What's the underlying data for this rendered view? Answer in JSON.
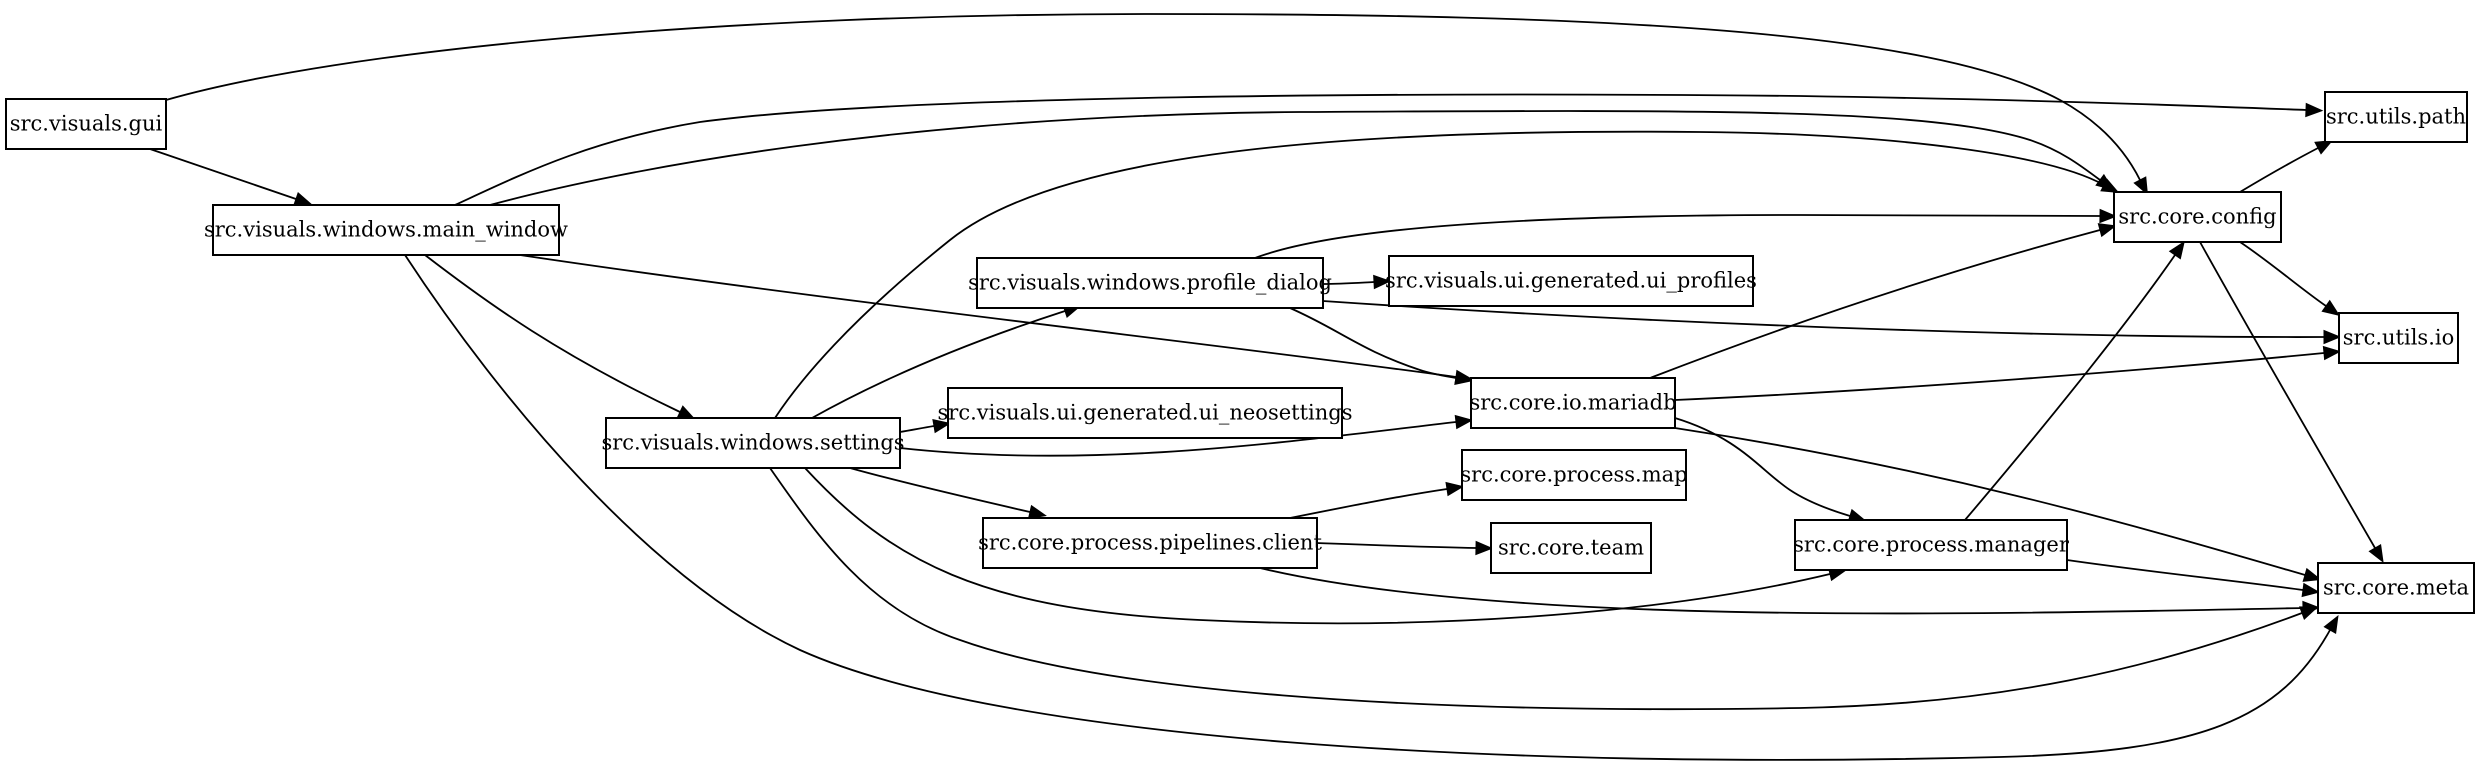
{
  "diagram": {
    "type": "directed-dependency-graph",
    "nodes": [
      {
        "id": "gui",
        "label": "src.visuals.gui"
      },
      {
        "id": "main_window",
        "label": "src.visuals.windows.main_window"
      },
      {
        "id": "profile_dialog",
        "label": "src.visuals.windows.profile_dialog"
      },
      {
        "id": "ui_profiles",
        "label": "src.visuals.ui.generated.ui_profiles"
      },
      {
        "id": "settings",
        "label": "src.visuals.windows.settings"
      },
      {
        "id": "ui_neosettings",
        "label": "src.visuals.ui.generated.ui_neosettings"
      },
      {
        "id": "mariadb",
        "label": "src.core.io.mariadb"
      },
      {
        "id": "process_map",
        "label": "src.core.process.map"
      },
      {
        "id": "pipelines_client",
        "label": "src.core.process.pipelines.client"
      },
      {
        "id": "team",
        "label": "src.core.team"
      },
      {
        "id": "process_manager",
        "label": "src.core.process.manager"
      },
      {
        "id": "config",
        "label": "src.core.config"
      },
      {
        "id": "utils_path",
        "label": "src.utils.path"
      },
      {
        "id": "utils_io",
        "label": "src.utils.io"
      },
      {
        "id": "meta",
        "label": "src.core.meta"
      }
    ],
    "edges": [
      {
        "from": "gui",
        "to": "config"
      },
      {
        "from": "gui",
        "to": "main_window"
      },
      {
        "from": "main_window",
        "to": "utils_path"
      },
      {
        "from": "main_window",
        "to": "config"
      },
      {
        "from": "main_window",
        "to": "mariadb"
      },
      {
        "from": "main_window",
        "to": "settings"
      },
      {
        "from": "main_window",
        "to": "meta"
      },
      {
        "from": "settings",
        "to": "config"
      },
      {
        "from": "settings",
        "to": "profile_dialog"
      },
      {
        "from": "settings",
        "to": "ui_neosettings"
      },
      {
        "from": "settings",
        "to": "mariadb"
      },
      {
        "from": "settings",
        "to": "pipelines_client"
      },
      {
        "from": "settings",
        "to": "process_manager"
      },
      {
        "from": "settings",
        "to": "meta"
      },
      {
        "from": "profile_dialog",
        "to": "config"
      },
      {
        "from": "profile_dialog",
        "to": "ui_profiles"
      },
      {
        "from": "profile_dialog",
        "to": "utils_io"
      },
      {
        "from": "profile_dialog",
        "to": "mariadb"
      },
      {
        "from": "mariadb",
        "to": "config"
      },
      {
        "from": "mariadb",
        "to": "utils_io"
      },
      {
        "from": "mariadb",
        "to": "process_manager"
      },
      {
        "from": "mariadb",
        "to": "meta"
      },
      {
        "from": "pipelines_client",
        "to": "process_map"
      },
      {
        "from": "pipelines_client",
        "to": "team"
      },
      {
        "from": "pipelines_client",
        "to": "meta"
      },
      {
        "from": "process_manager",
        "to": "config"
      },
      {
        "from": "process_manager",
        "to": "meta"
      },
      {
        "from": "config",
        "to": "utils_path"
      },
      {
        "from": "config",
        "to": "utils_io"
      },
      {
        "from": "config",
        "to": "meta"
      }
    ]
  }
}
